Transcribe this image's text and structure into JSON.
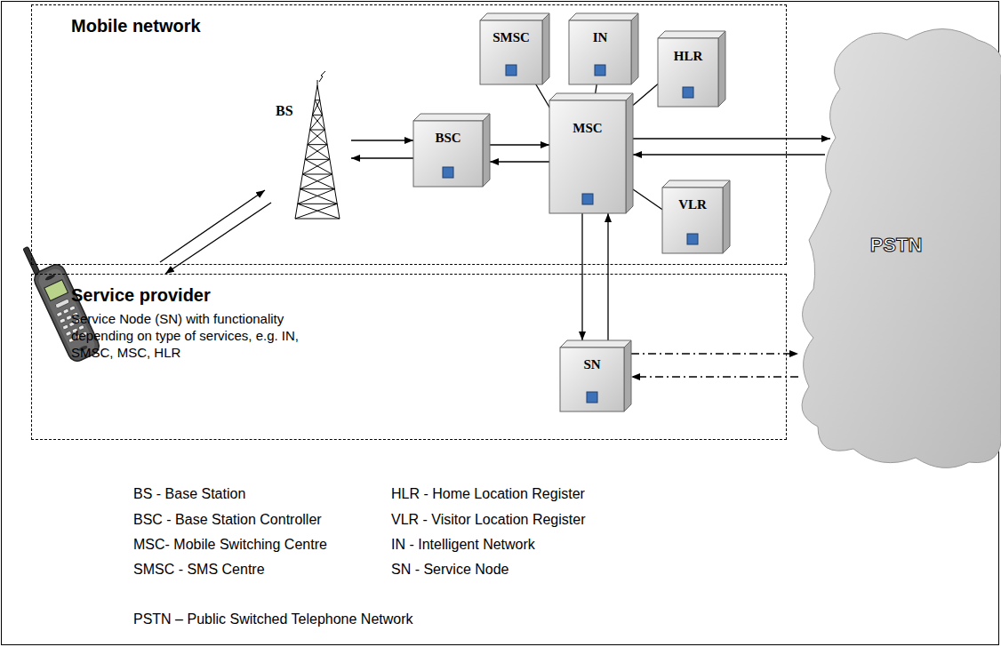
{
  "diagram": {
    "nodes": [
      {
        "text": [
          "Mobile network"
        ]
      },
      {
        "text": [
          "SMSC"
        ],
        "in": 0
      },
      {
        "text": [
          "IN"
        ],
        "in": 0
      },
      {
        "text": [
          "BS"
        ],
        "in": 0
      },
      {
        "text": [
          "HLR"
        ],
        "in": 0
      },
      {
        "text": [
          "BSC"
        ],
        "in": 0
      },
      {
        "text": [
          "MSC"
        ],
        "in": 0
      },
      {
        "text": [
          "VLR"
        ],
        "in": 0
      },
      {
        "text": [
          "PSTN"
        ]
      },
      {
        "text": [
          "Service provider",
          "Service Node (SN) with functionality depending on type of services, e.g. IN, SMSC, MSC, HLR"
        ]
      },
      {
        "text": [
          "SN"
        ],
        "in": 9
      }
    ],
    "edges": [
      {
        "from": 3,
        "to": 5,
        "arrow": "to"
      },
      {
        "from": 5,
        "to": 3,
        "arrow": "to"
      },
      {
        "from": 5,
        "to": 6,
        "arrow": "to"
      },
      {
        "from": 6,
        "to": 5,
        "arrow": "to"
      },
      {
        "from": 6,
        "to": 8,
        "arrow": "to"
      },
      {
        "from": 8,
        "to": 6,
        "arrow": "to"
      },
      {
        "from": 6,
        "to": 10,
        "arrow": "to"
      },
      {
        "from": 10,
        "to": 6,
        "arrow": "to"
      },
      {
        "from": 10,
        "to": 8,
        "arrow": "to"
      },
      {
        "from": 8,
        "to": 10,
        "arrow": "to"
      },
      {
        "from": 6,
        "to": 1,
        "arrow": "none"
      },
      {
        "from": 6,
        "to": 2,
        "arrow": "none"
      },
      {
        "from": 6,
        "to": 4,
        "arrow": "none"
      },
      {
        "from": 6,
        "to": 7,
        "arrow": "none"
      }
    ],
    "labels": [
      "BS - Base Station",
      "HLR - Home Location Register",
      "BSC - Base Station Controller",
      "VLR - Visitor Location Register",
      "MSC- Mobile Switching Centre",
      "IN - Intelligent Network",
      "SMSC - SMS Centre",
      "SN - Service Node",
      "PSTN – Public Switched Telephone Network"
    ]
  }
}
